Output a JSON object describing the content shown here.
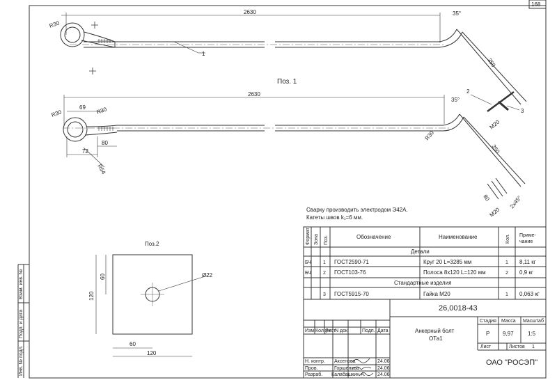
{
  "sheet": {
    "number": "168"
  },
  "drawing": {
    "pos1_label": "Поз. 1",
    "pos2_label": "Поз.2",
    "dims_top": {
      "len": "2630",
      "r30": "R30",
      "angle": "35°",
      "d350": "350",
      "callout": "1"
    },
    "dims_bottom": {
      "len": "2630",
      "r30a": "R30",
      "r30b": "R30",
      "r30c": "R30",
      "d69": "69",
      "d80": "80",
      "d72": "72",
      "r54": "R54",
      "angle": "35°",
      "d350": "350",
      "d80b": "80",
      "m20a": "M20",
      "m20b": "M20",
      "ang45": "2x45°",
      "c2": "2",
      "c3": "3"
    },
    "plate": {
      "d120v": "120",
      "d60v": "60",
      "d60h": "60",
      "d120h": "120",
      "hole": "Ø22"
    }
  },
  "notes": [
    "Сварку производить электродом Э42А.",
    "Катеты швов k₁=6 мм."
  ],
  "spec": {
    "headers": {
      "format": "Формат",
      "zone": "Зона",
      "pos": "Поз.",
      "designation": "Обозначение",
      "name": "Наименование",
      "qty": "Кол.",
      "note": "Приме-\nчание"
    },
    "section_details": "Детали",
    "section_standard": "Стандартные изделия",
    "rows": [
      {
        "format": "БЧ",
        "pos": "1",
        "designation": "ГОСТ2590-71",
        "name": "Круг 20 L=3285 мм",
        "qty": "1",
        "note": "8,11 кг"
      },
      {
        "format": "БЧ",
        "pos": "2",
        "designation": "ГОСТ103-76",
        "name": "Полоса 8х120 L=120 мм",
        "qty": "2",
        "note": "0,9 кг"
      },
      {
        "format": "",
        "pos": "3",
        "designation": "ГОСТ5915-70",
        "name": "Гайка М20",
        "qty": "1",
        "note": "0,063 кг"
      }
    ]
  },
  "title_block": {
    "code": "26,0018-43",
    "name_line1": "Анкерный болт",
    "name_line2": "ОТа1",
    "col_stage": "Стадия",
    "col_mass": "Масса",
    "col_scale": "Масштаб",
    "stage": "Р",
    "mass": "9,97",
    "scale": "1:5",
    "sheet_label": "Лист",
    "sheets_label": "Листов",
    "sheets_value": "1",
    "company": "ОАО \"РОСЭП\"",
    "rev_headers": [
      "Изм.",
      "Кол.уч",
      "Лист",
      "N док.",
      "Подп.",
      "Дата"
    ],
    "signers": [
      {
        "role": "Н. контр.",
        "name": "Аксенова",
        "date": "24.06"
      },
      {
        "role": "Пров.",
        "name": "Горшенева",
        "date": "24.06"
      },
      {
        "role": "Разраб.",
        "name": "Калабашкин А.",
        "date": "24.06"
      }
    ]
  },
  "side_strip": {
    "inv_podl": "Инв. № подл.",
    "podp_data": "Подп. и дата",
    "vzam_inv": "Взам. инв. №"
  }
}
